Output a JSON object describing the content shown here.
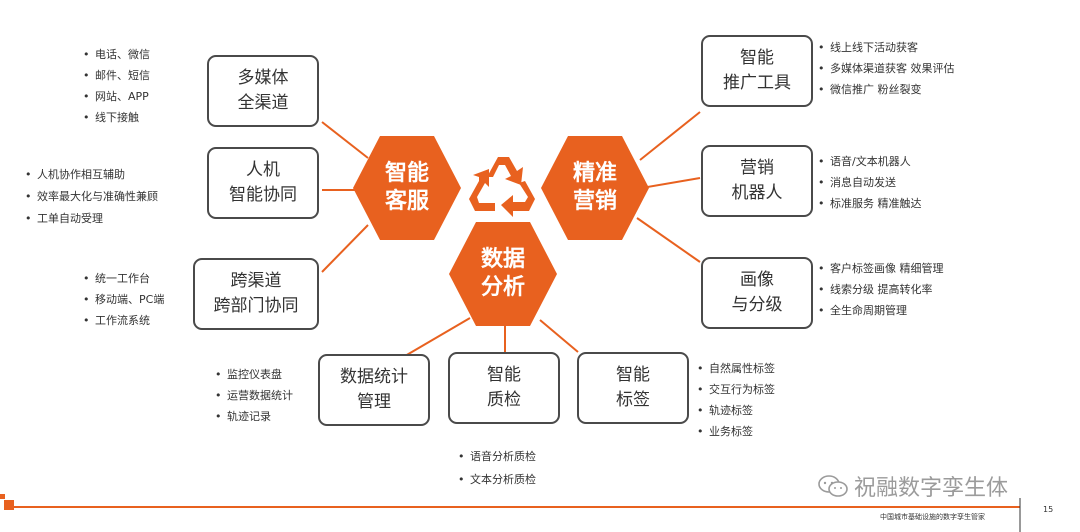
{
  "colors": {
    "accent": "#e8611f",
    "box_border": "#4a4a4a",
    "text": "#333333",
    "watermark": "#9b9b9b"
  },
  "hubs": {
    "service": [
      "智能",
      "客服"
    ],
    "marketing": [
      "精准",
      "营销"
    ],
    "data": [
      "数据",
      "分析"
    ],
    "center_icon": "recycle-arrows-icon"
  },
  "boxes": {
    "multimedia": [
      "多媒体",
      "全渠道"
    ],
    "human_machine": [
      "人机",
      "智能协同"
    ],
    "cross_channel": [
      "跨渠道",
      "跨部门协同"
    ],
    "promo_tool": [
      "智能",
      "推广工具"
    ],
    "marketing_robot": [
      "营销",
      "机器人"
    ],
    "portrait": [
      "画像",
      "与分级"
    ],
    "data_stats": [
      "数据统计",
      "管理"
    ],
    "quality": [
      "智能",
      "质检"
    ],
    "tagging": [
      "智能",
      "标签"
    ]
  },
  "bullets": {
    "multimedia": [
      "电话、微信",
      "邮件、短信",
      "网站、APP",
      "线下接触"
    ],
    "human_machine": [
      "人机协作相互辅助",
      "效率最大化与准确性兼顾",
      "工单自动受理"
    ],
    "cross_channel": [
      "统一工作台",
      "移动端、PC端",
      "工作流系统"
    ],
    "promo_tool": [
      "线上线下活动获客",
      "多媒体渠道获客 效果评估",
      "微信推广 粉丝裂变"
    ],
    "marketing_robot": [
      "语音/文本机器人",
      "消息自动发送",
      "标准服务 精准触达"
    ],
    "portrait": [
      "客户标签画像 精细管理",
      "线索分级 提高转化率",
      "全生命周期管理"
    ],
    "data_stats": [
      "监控仪表盘",
      "运营数据统计",
      "轨迹记录"
    ],
    "quality": [
      "语音分析质检",
      "文本分析质检"
    ],
    "tagging": [
      "自然属性标签",
      "交互行为标签",
      "轨迹标签",
      "业务标签"
    ]
  },
  "footer": {
    "tagline": "中国城市基础设施的数字孪生管家",
    "page_number": "15",
    "watermark": "祝融数字孪生体"
  }
}
